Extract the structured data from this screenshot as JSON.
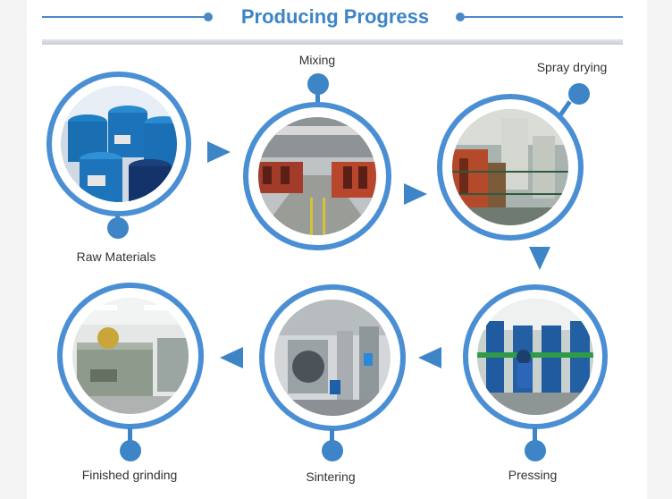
{
  "header": {
    "title": "Producing Progress"
  },
  "stages": [
    {
      "id": "raw",
      "label": "Raw Materials"
    },
    {
      "id": "mixing",
      "label": "Mixing"
    },
    {
      "id": "spray",
      "label": "Spray drying"
    },
    {
      "id": "pressing",
      "label": "Pressing"
    },
    {
      "id": "sintering",
      "label": "Sintering"
    },
    {
      "id": "grinding",
      "label": "Finished grinding"
    }
  ],
  "colors": {
    "accent": "#3d85c6",
    "ring": "#4a8ed4",
    "title": "#3d85c6"
  },
  "icons": {
    "flow_arrow": "triangle-arrow-icon"
  }
}
